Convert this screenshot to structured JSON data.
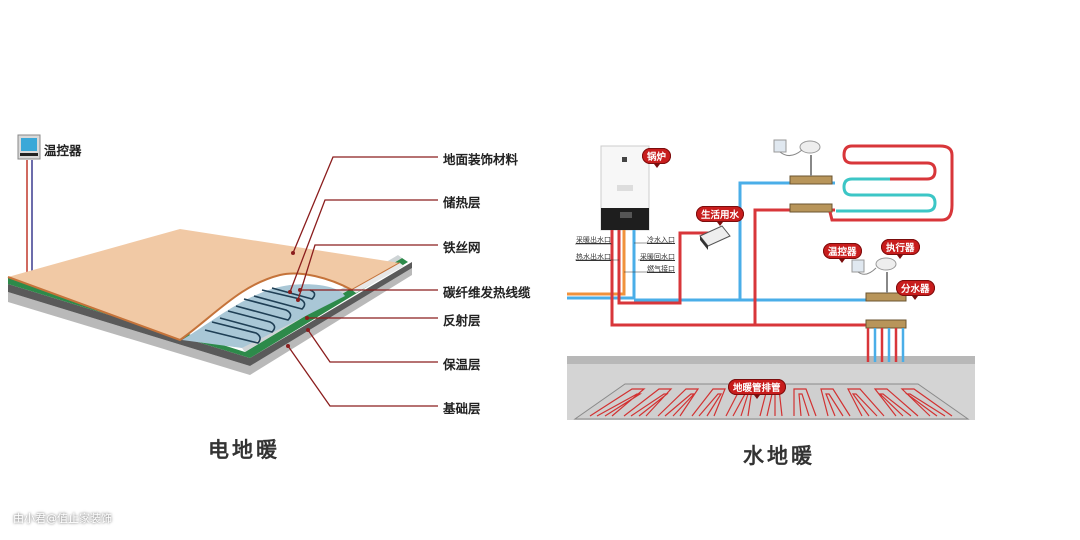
{
  "electric": {
    "title": "电地暖",
    "thermostat_label": "温控器",
    "layers": [
      "地面装饰材料",
      "储热层",
      "铁丝网",
      "碳纤维发热线缆",
      "反射层",
      "保温层",
      "基础层"
    ]
  },
  "water": {
    "title": "水地暖",
    "tags": {
      "boiler": "锅炉",
      "domestic_water": "生活用水",
      "thermostat": "温控器",
      "actuator": "执行器",
      "manifold": "分水器",
      "floor_pipes": "地暖管排管"
    },
    "boiler_ports_left": [
      "采暖出水口",
      "热水出水口"
    ],
    "boiler_ports_right": [
      "冷水入口",
      "采暖回水口",
      "燃气接口"
    ]
  },
  "watermark": "由小君@值止家装饰",
  "colors": {
    "hot_pipe": "#d8363a",
    "cold_pipe": "#4aaee8",
    "return_pipe": "#3cc6c6",
    "gas_pipe": "#f0923c",
    "tag_bg": "#c81d1d",
    "leader_line": "#8b1d1d"
  }
}
